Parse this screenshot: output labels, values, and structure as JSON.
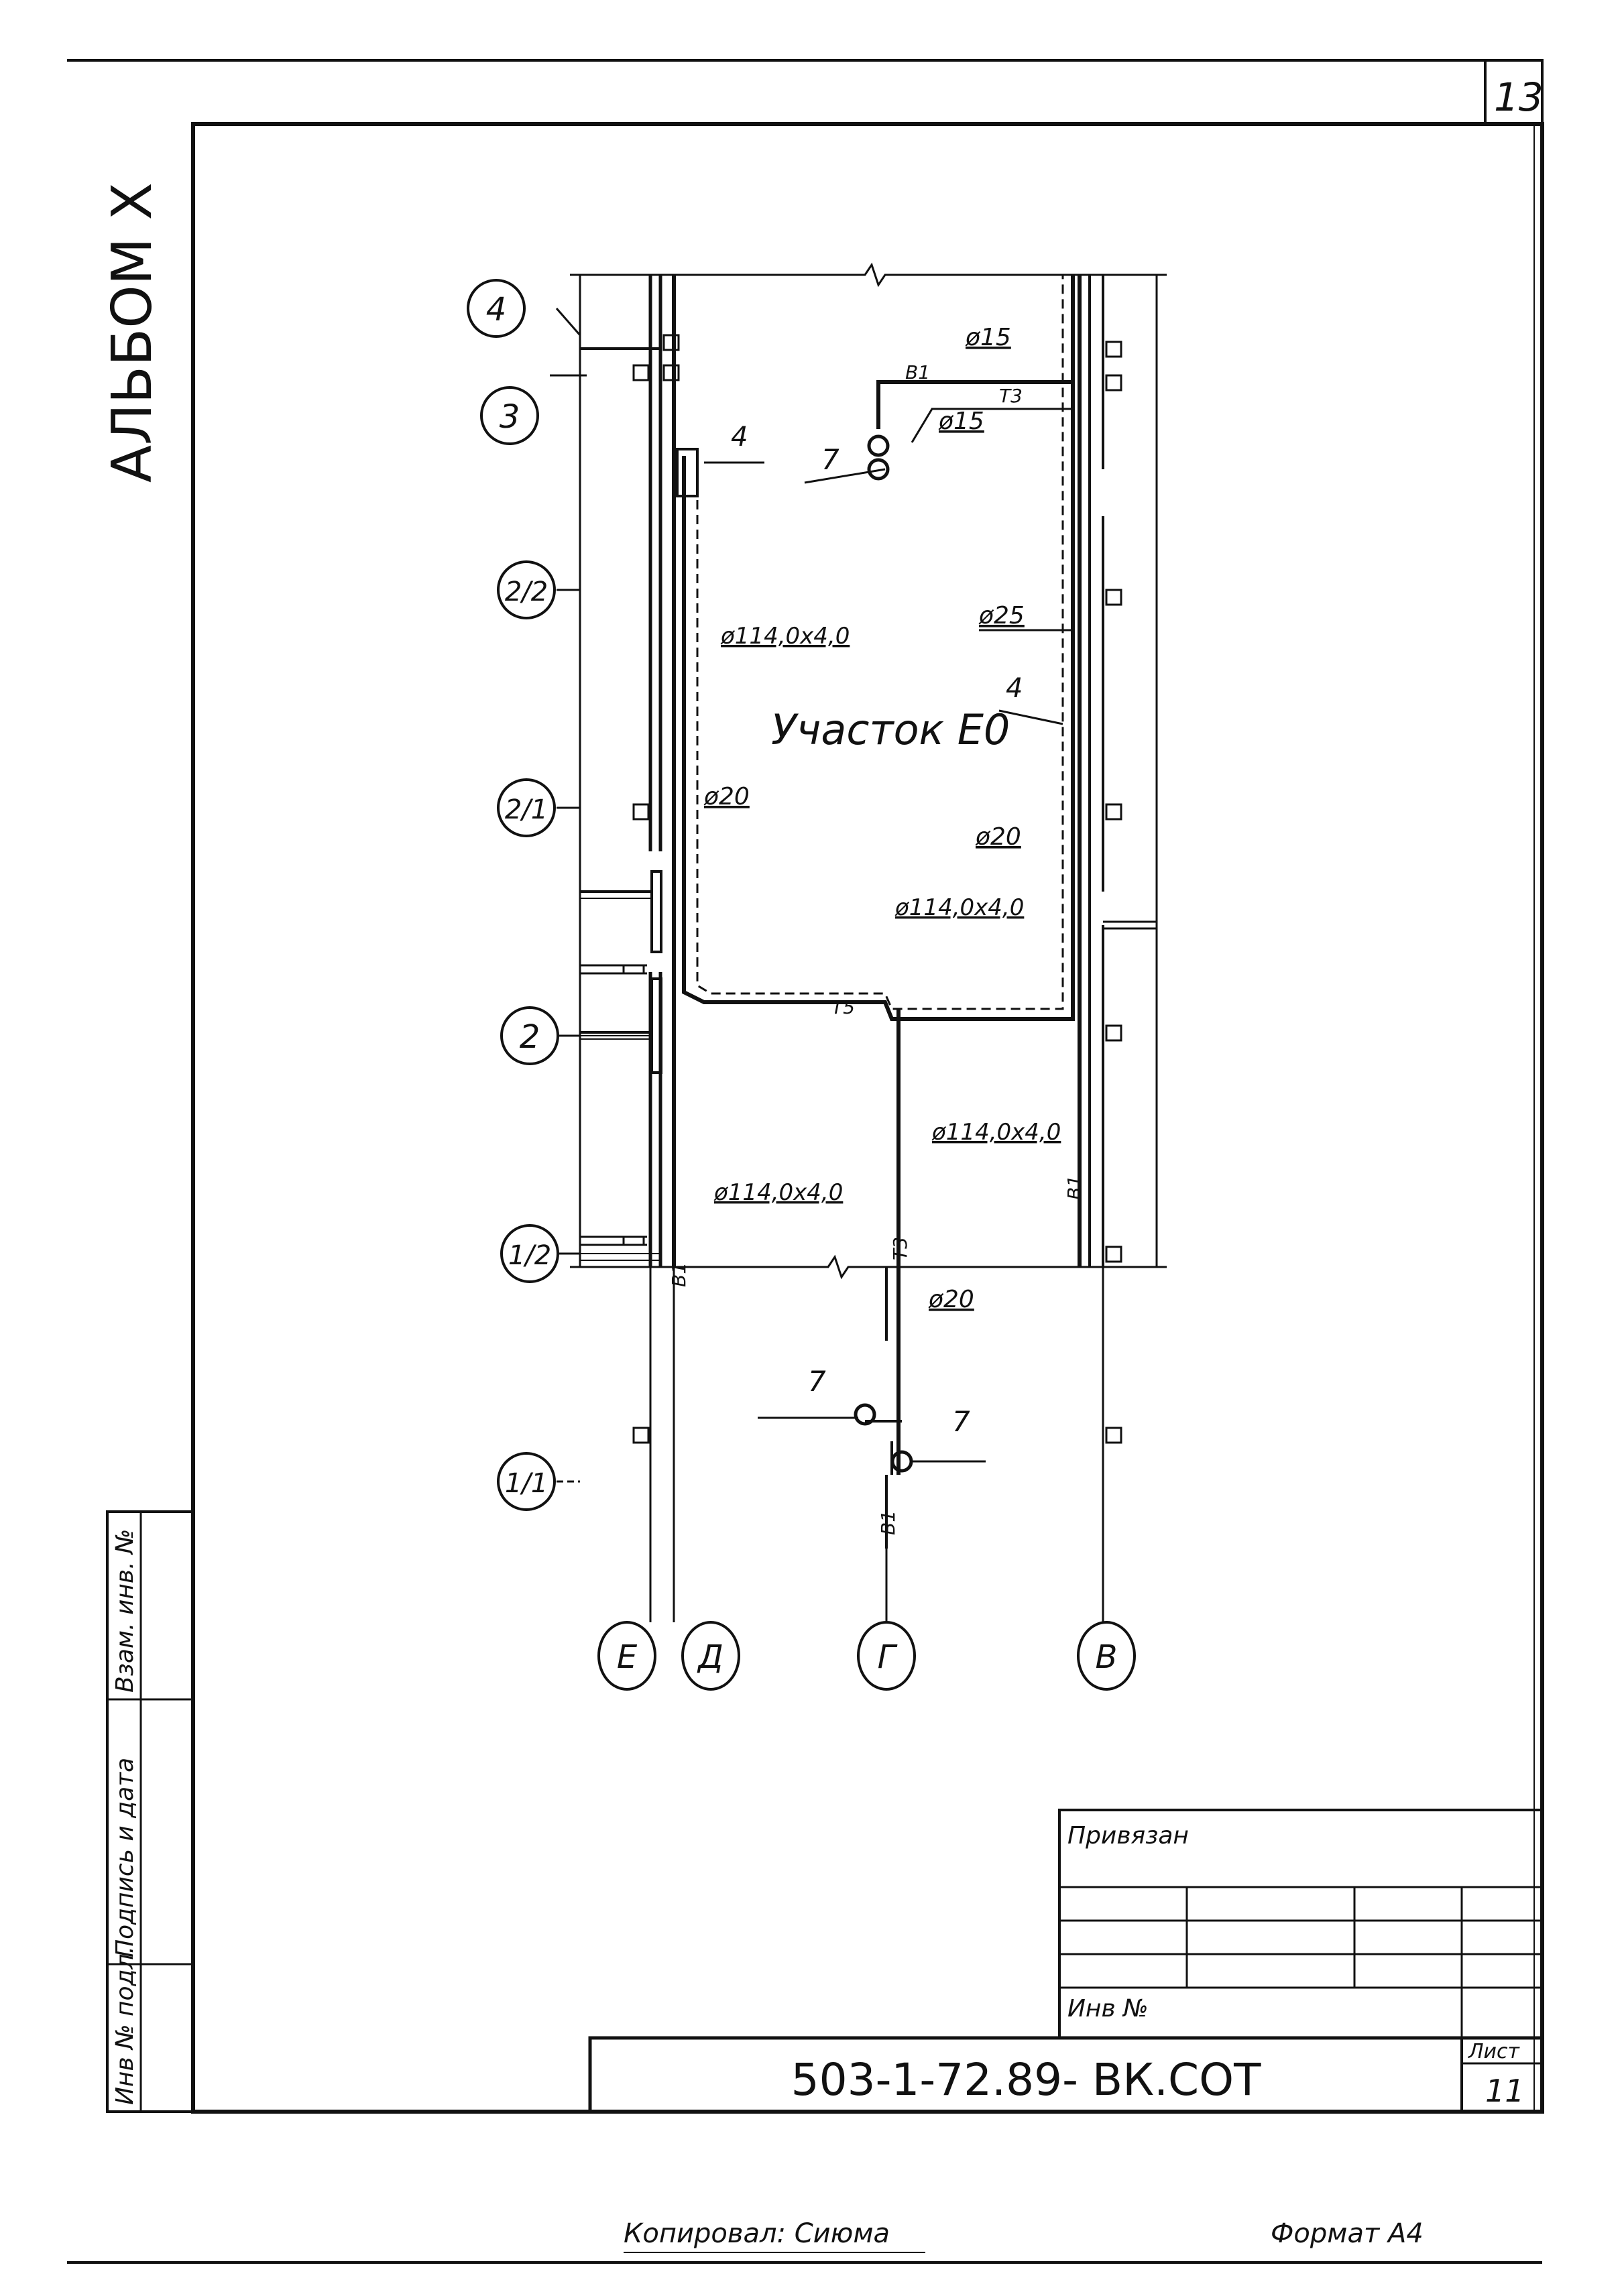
{
  "sheet": {
    "page_number": "13",
    "album": "АЛЬБОМ X",
    "document_code": "503-1-72.89- ВК.СОТ",
    "sheet_label": "Лист",
    "sheet_number": "11",
    "bound_label": "Привязан",
    "inventory_label": "Инв №",
    "copied_by": "Копировал: Сиюма",
    "format": "Формат А4"
  },
  "side_stamp": {
    "col1": "Инв № подл.",
    "col2": "Подпись и дата",
    "col3": "Взам. инв. №"
  },
  "plan": {
    "title": "Участок Е0",
    "row_axes": [
      "4",
      "3",
      "2/2",
      "2/1",
      "2",
      "1/2",
      "1/1"
    ],
    "column_axes": [
      "Е",
      "Д",
      "Г",
      "В"
    ],
    "labels": {
      "d15_top": "ø15",
      "d15_bottom": "ø15",
      "b1_top": "В1",
      "t3_top": "Т3",
      "t5": "Т5",
      "d25": "ø25",
      "item4_left": "4",
      "item4_right": "4",
      "d114_left": "ø114,0x4,0",
      "d20_left": "ø20",
      "d20_right": "ø20",
      "d114_right": "ø114,0x4,0",
      "d114_right_lower": "ø114,0x4,0",
      "d114_left_lower": "ø114,0x4,0",
      "b1_left": "В1",
      "b1_right": "В1",
      "t3_center": "Т3",
      "d20_center": "ø20",
      "b1_center": "В1",
      "item7_top": "7",
      "item7_bottom_left": "7",
      "item7_bottom_right": "7"
    }
  }
}
